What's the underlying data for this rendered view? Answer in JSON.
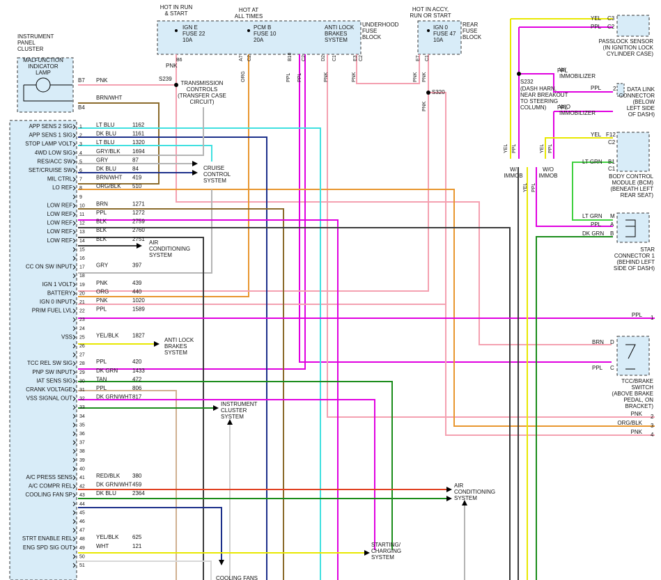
{
  "top_labels": {
    "hot_run_start": [
      "HOT IN RUN",
      "& START"
    ],
    "hot_all_times": [
      "HOT AT",
      "ALL TIMES"
    ],
    "hot_accy": [
      "HOT IN ACCY,",
      "RUN OR START"
    ]
  },
  "underhood_block": {
    "title": [
      "UNDERHOOD",
      "FUSE",
      "BLOCK"
    ],
    "fuse_ign_e": [
      "IGN E",
      "FUSE 22",
      "10A"
    ],
    "fuse_pcm_b": [
      "PCM B",
      "FUSE 10",
      "20A"
    ],
    "abs": [
      "ANTI LOCK",
      "BRAKES",
      "SYSTEM"
    ],
    "pins": [
      "B6",
      "A7",
      "C2",
      "B10",
      "C2",
      "D2",
      "C1",
      "E3",
      "C2"
    ]
  },
  "rear_block": {
    "title": [
      "REAR",
      "FUSE",
      "BLOCK"
    ],
    "fuse_ign_0": [
      "IGN 0",
      "FUSE 47",
      "10A"
    ],
    "pins": [
      "E7",
      "C1"
    ]
  },
  "ipc": {
    "title": [
      "INSTRUMENT",
      "PANEL",
      "CLUSTER"
    ],
    "lamp": [
      "MALFUNCTION",
      "INDICATOR",
      "LAMP"
    ],
    "pins": [
      "B7",
      "B4"
    ]
  },
  "splices": [
    "S239",
    "S320",
    "S232"
  ],
  "splice_note": [
    "(DASH HARN,",
    "NEAR BREAKOUT",
    "TO STEERING",
    "COLUMN)"
  ],
  "trans_controls": [
    "TRANSMISSION",
    "CONTROLS",
    "(TRANSFER CASE",
    "CIRCUIT)"
  ],
  "cruise": [
    "CRUISE",
    "CONTROL",
    "SYSTEM"
  ],
  "ac_mid": [
    "AIR",
    "CONDITIONING",
    "SYSTEM"
  ],
  "abs_mid": [
    "ANTI LOCK",
    "BRAKES",
    "SYSTEM"
  ],
  "ic_sys": [
    "INSTRUMENT",
    "CLUSTER",
    "SYSTEM"
  ],
  "ac_low": [
    "AIR",
    "CONDITIONING",
    "SYSTEM"
  ],
  "starting": [
    "STARTING/",
    "CHARGING",
    "SYSTEM"
  ],
  "cooling_fans": "COOLING FANS",
  "wire_labels": {
    "pnk": "PNK",
    "brn_wht": "BRN/WHT",
    "org": "ORG",
    "ppl": "PPL",
    "yel": "YEL",
    "lt_grn": "LT GRN",
    "dk_grn": "DK GRN",
    "brn": "BRN",
    "org_blk": "ORG/BLK"
  },
  "immob": {
    "w_immob": [
      "W/",
      "IMMOBILIZER"
    ],
    "wo_immob": [
      "W/O",
      "IMMOBILIZER"
    ],
    "w_short": [
      "W/",
      "IMMOB"
    ],
    "wo_short": [
      "W/O",
      "IMMOB"
    ]
  },
  "passlock": {
    "title": [
      "PASSLOCK SENSOR",
      "(IN IGNITION LOCK",
      "CYLINDER CASE)"
    ],
    "pins": [
      "C3",
      "C2"
    ]
  },
  "dlc": {
    "title": [
      "DATA LINK",
      "CONNECTOR",
      "(BELOW",
      "LEFT SIDE",
      "OF DASH)"
    ],
    "pin": "2"
  },
  "bcm": {
    "title": [
      "BODY CONTROL",
      "MODULE (BCM)",
      "(BENEATH LEFT",
      "REAR SEAT)"
    ],
    "pins": [
      "F12",
      "C2",
      "B1",
      "C1"
    ]
  },
  "star": {
    "title": [
      "STAR",
      "CONNECTOR 1",
      "(BEHIND LEFT",
      "SIDE OF DASH)"
    ],
    "pins": [
      "M",
      "A",
      "B"
    ]
  },
  "tcc": {
    "title": [
      "TCC/BRAKE",
      "SWITCH",
      "(ABOVE BRAKE",
      "PEDAL, ON",
      "BRACKET)"
    ],
    "pins": [
      "D",
      "C"
    ]
  },
  "right_offpage": [
    {
      "color": "PPL",
      "num": "1"
    },
    {
      "color": "PNK",
      "num": "2"
    },
    {
      "color": "ORG/BLK",
      "num": "3"
    },
    {
      "color": "PNK",
      "num": "4"
    }
  ],
  "pcm_pins": [
    {
      "n": "1",
      "name": "APP SENS 2 SIG",
      "wire": "LT BLU",
      "circuit": "1162"
    },
    {
      "n": "2",
      "name": "APP SENS 1 SIG",
      "wire": "DK BLU",
      "circuit": "1161"
    },
    {
      "n": "3",
      "name": "STOP LAMP VOLT",
      "wire": "LT BLU",
      "circuit": "1320"
    },
    {
      "n": "4",
      "name": "4WD LOW SIG",
      "wire": "GRY/BLK",
      "circuit": "1694"
    },
    {
      "n": "5",
      "name": "RES/ACC SW",
      "wire": "GRY",
      "circuit": "87"
    },
    {
      "n": "6",
      "name": "SET/CRUISE SW",
      "wire": "DK BLU",
      "circuit": "84"
    },
    {
      "n": "7",
      "name": "MIL CTRL",
      "wire": "BRN/WHT",
      "circuit": "419"
    },
    {
      "n": "8",
      "name": "LO REF",
      "wire": "ORG/BLK",
      "circuit": "510"
    },
    {
      "n": "9",
      "name": "",
      "wire": "",
      "circuit": ""
    },
    {
      "n": "10",
      "name": "LOW REF",
      "wire": "BRN",
      "circuit": "1271"
    },
    {
      "n": "11",
      "name": "LOW REF",
      "wire": "PPL",
      "circuit": "1272"
    },
    {
      "n": "12",
      "name": "LOW REF",
      "wire": "BLK",
      "circuit": "2759"
    },
    {
      "n": "13",
      "name": "LOW REF",
      "wire": "BLK",
      "circuit": "2760"
    },
    {
      "n": "14",
      "name": "LOW REF",
      "wire": "BLK",
      "circuit": "2751"
    },
    {
      "n": "15",
      "name": "",
      "wire": "",
      "circuit": ""
    },
    {
      "n": "16",
      "name": "",
      "wire": "",
      "circuit": ""
    },
    {
      "n": "17",
      "name": "CC ON SW INPUT",
      "wire": "GRY",
      "circuit": "397"
    },
    {
      "n": "18",
      "name": "",
      "wire": "",
      "circuit": ""
    },
    {
      "n": "19",
      "name": "IGN 1 VOLT",
      "wire": "PNK",
      "circuit": "439"
    },
    {
      "n": "20",
      "name": "BATTERY",
      "wire": "ORG",
      "circuit": "440"
    },
    {
      "n": "21",
      "name": "IGN 0 INPUT",
      "wire": "PNK",
      "circuit": "1020"
    },
    {
      "n": "22",
      "name": "PRIM FUEL LVL",
      "wire": "PPL",
      "circuit": "1589"
    },
    {
      "n": "23",
      "name": "",
      "wire": "",
      "circuit": ""
    },
    {
      "n": "24",
      "name": "",
      "wire": "",
      "circuit": ""
    },
    {
      "n": "25",
      "name": "VSS",
      "wire": "YEL/BLK",
      "circuit": "1827"
    },
    {
      "n": "26",
      "name": "",
      "wire": "",
      "circuit": ""
    },
    {
      "n": "27",
      "name": "",
      "wire": "",
      "circuit": ""
    },
    {
      "n": "28",
      "name": "TCC REL SW SIG",
      "wire": "PPL",
      "circuit": "420"
    },
    {
      "n": "29",
      "name": "PNP SW INPUT",
      "wire": "DK GRN",
      "circuit": "1433"
    },
    {
      "n": "30",
      "name": "IAT SENS SIG",
      "wire": "TAN",
      "circuit": "472"
    },
    {
      "n": "31",
      "name": "CRANK VOLTAGE",
      "wire": "PPL",
      "circuit": "806"
    },
    {
      "n": "32",
      "name": "VSS SIGNAL OUT",
      "wire": "DK GRN/WHT",
      "circuit": "817"
    },
    {
      "n": "33",
      "name": "",
      "wire": "",
      "circuit": ""
    },
    {
      "n": "34",
      "name": "",
      "wire": "",
      "circuit": ""
    },
    {
      "n": "35",
      "name": "",
      "wire": "",
      "circuit": ""
    },
    {
      "n": "36",
      "name": "",
      "wire": "",
      "circuit": ""
    },
    {
      "n": "37",
      "name": "",
      "wire": "",
      "circuit": ""
    },
    {
      "n": "38",
      "name": "",
      "wire": "",
      "circuit": ""
    },
    {
      "n": "39",
      "name": "",
      "wire": "",
      "circuit": ""
    },
    {
      "n": "40",
      "name": "",
      "wire": "",
      "circuit": ""
    },
    {
      "n": "41",
      "name": "A/C PRESS SENS",
      "wire": "RED/BLK",
      "circuit": "380"
    },
    {
      "n": "42",
      "name": "A/C COMPR REL",
      "wire": "DK GRN/WHT",
      "circuit": "459"
    },
    {
      "n": "43",
      "name": "COOLING FAN SP",
      "wire": "DK BLU",
      "circuit": "2364"
    },
    {
      "n": "44",
      "name": "",
      "wire": "",
      "circuit": ""
    },
    {
      "n": "45",
      "name": "",
      "wire": "",
      "circuit": ""
    },
    {
      "n": "46",
      "name": "",
      "wire": "",
      "circuit": ""
    },
    {
      "n": "47",
      "name": "",
      "wire": "",
      "circuit": ""
    },
    {
      "n": "48",
      "name": "STRT ENABLE REL",
      "wire": "YEL/BLK",
      "circuit": "625"
    },
    {
      "n": "49",
      "name": "ENG SPD SIG OUT",
      "wire": "WHT",
      "circuit": "121"
    },
    {
      "n": "50",
      "name": "",
      "wire": "",
      "circuit": ""
    },
    {
      "n": "51",
      "name": "",
      "wire": "",
      "circuit": ""
    }
  ],
  "colors": {
    "pnk": "#f4a0b0",
    "org": "#e8962e",
    "ppl": "#e000e0",
    "lt_blu": "#40e0e0",
    "dk_blu": "#1c2f8a",
    "gry": "#b4b4b4",
    "brn": "#8a6a2a",
    "blk": "#3a3a3a",
    "yel": "#e8e800",
    "grn": "#1a8c1a",
    "lt_grn": "#40d040",
    "red": "#e04020",
    "tan": "#d0b090",
    "box": "#d8ecf8"
  }
}
